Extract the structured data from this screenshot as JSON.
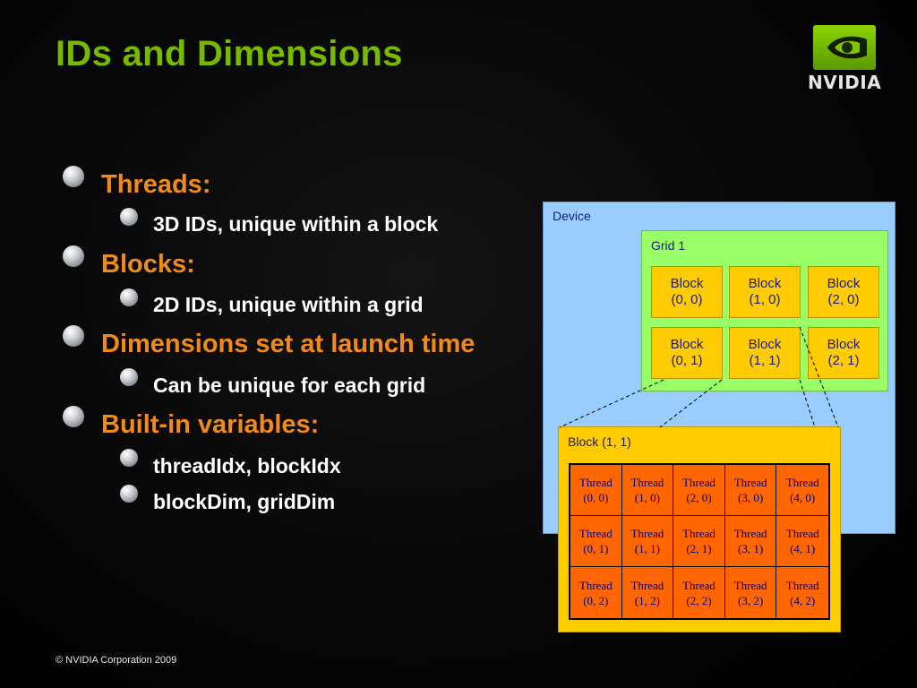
{
  "title": "IDs and Dimensions",
  "logo": {
    "wordmark": "NVIDIA"
  },
  "bullets": [
    {
      "text": "Threads:",
      "sub": [
        "3D IDs, unique within a block"
      ]
    },
    {
      "text": "Blocks:",
      "sub": [
        "2D IDs, unique within a grid"
      ]
    },
    {
      "text": "Dimensions set at launch time",
      "sub": [
        "Can be unique for each grid"
      ]
    },
    {
      "text": "Built-in variables:",
      "sub": [
        "threadIdx, blockIdx",
        "blockDim, gridDim"
      ]
    }
  ],
  "diagram": {
    "device_label": "Device",
    "grid_label": "Grid 1",
    "blocks": [
      [
        "Block",
        "(0, 0)"
      ],
      [
        "Block",
        "(1, 0)"
      ],
      [
        "Block",
        "(2, 0)"
      ],
      [
        "Block",
        "(0, 1)"
      ],
      [
        "Block",
        "(1, 1)"
      ],
      [
        "Block",
        "(2, 1)"
      ]
    ],
    "block_detail_label": "Block (1, 1)",
    "threads": [
      [
        "Thread",
        "(0, 0)"
      ],
      [
        "Thread",
        "(1, 0)"
      ],
      [
        "Thread",
        "(2, 0)"
      ],
      [
        "Thread",
        "(3, 0)"
      ],
      [
        "Thread",
        "(4, 0)"
      ],
      [
        "Thread",
        "(0, 1)"
      ],
      [
        "Thread",
        "(1, 1)"
      ],
      [
        "Thread",
        "(2, 1)"
      ],
      [
        "Thread",
        "(3, 1)"
      ],
      [
        "Thread",
        "(4, 1)"
      ],
      [
        "Thread",
        "(0, 2)"
      ],
      [
        "Thread",
        "(1, 2)"
      ],
      [
        "Thread",
        "(2, 2)"
      ],
      [
        "Thread",
        "(3, 2)"
      ],
      [
        "Thread",
        "(4, 2)"
      ]
    ]
  },
  "footer": "© NVIDIA Corporation 2009",
  "colors": {
    "title": "#76b900",
    "bullet_l1": "#f08a1c",
    "device": "#99ccff",
    "grid": "#99ff66",
    "block": "#ffcc00",
    "thread": "#ff6600"
  }
}
